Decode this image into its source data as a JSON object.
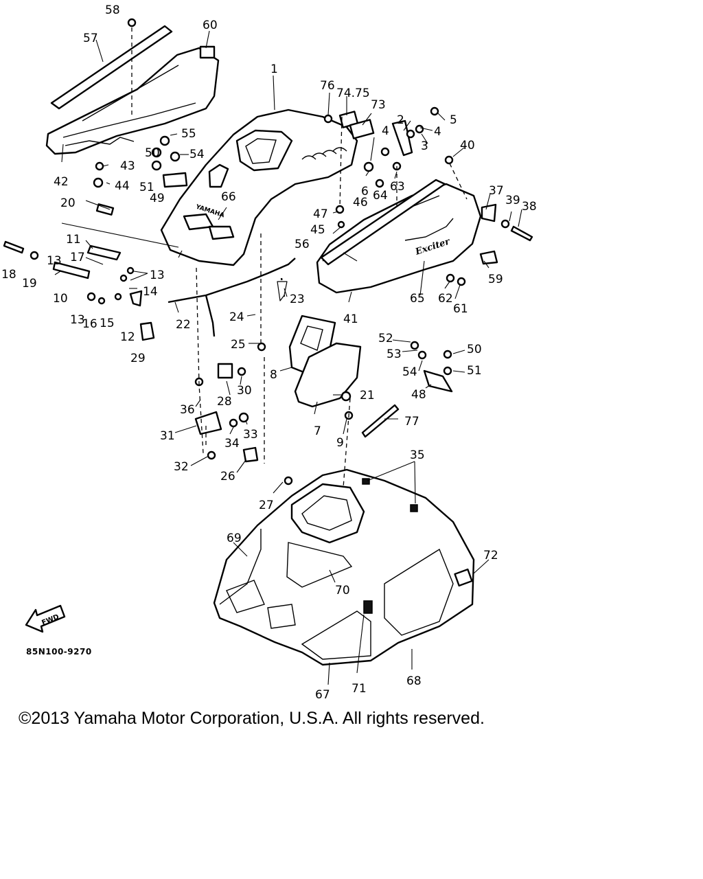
{
  "diagram_code": "85N100-9270",
  "copyright": "©2013 Yamaha Motor Corporation, U.S.A. All rights reserved.",
  "direction_marker": "FWD",
  "hood_brand_lettering": "YAMAHA",
  "panel_brand_lettering": "Exciter",
  "callouts": [
    "1",
    "2",
    "3",
    "4",
    "4",
    "5",
    "6",
    "7",
    "8",
    "9",
    "10",
    "11",
    "12",
    "13",
    "13",
    "13",
    "14",
    "15",
    "16",
    "17",
    "18",
    "19",
    "20",
    "21",
    "22",
    "23",
    "24",
    "25",
    "26",
    "27",
    "28",
    "29",
    "30",
    "31",
    "32",
    "33",
    "34",
    "35",
    "36",
    "37",
    "38",
    "39",
    "40",
    "41",
    "42",
    "43",
    "44",
    "45",
    "46",
    "47",
    "48",
    "49",
    "50",
    "50",
    "51",
    "51",
    "52",
    "53",
    "54",
    "54",
    "55",
    "56",
    "57",
    "58",
    "59",
    "60",
    "61",
    "62",
    "63",
    "64",
    "65",
    "66",
    "67",
    "68",
    "69",
    "70",
    "71",
    "72",
    "73",
    "74.75",
    "76",
    "77"
  ]
}
